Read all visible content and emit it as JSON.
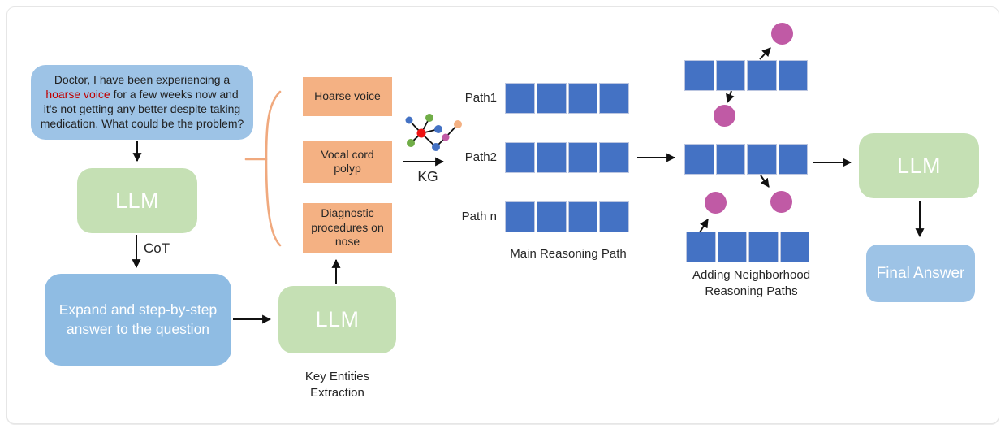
{
  "diagram": {
    "question": {
      "pre": "Doctor, I have been experiencing a ",
      "highlight": "hoarse voice",
      "post": " for a few weeks now and it's not getting any better despite taking medication. What could be the problem?"
    },
    "llm1_label": "LLM",
    "cot_label": "CoT",
    "expand_label": "Expand and step-by-step answer to the question",
    "llm2_label": "LLM",
    "key_entities_caption": "Key Entities Extraction",
    "entities": [
      "Hoarse voice",
      "Vocal cord polyp",
      "Diagnostic procedures on nose"
    ],
    "kg_label": "KG",
    "paths": {
      "labels": [
        "Path1",
        "Path2",
        "Path n"
      ],
      "rows": 3,
      "cells_per_row": 4,
      "caption": "Main Reasoning Path"
    },
    "neighborhood": {
      "rows": 3,
      "cells_per_row": 4,
      "caption": "Adding Neighborhood Reasoning Paths"
    },
    "llm3_label": "LLM",
    "final_answer_label": "Final Answer"
  },
  "colors": {
    "box_blue": "#9DC3E6",
    "box_blue2": "#8FBCE3",
    "box_green": "#C5E0B4",
    "box_orange": "#F4B183",
    "brace_orange": "#F0A97E",
    "cell_blue": "#4472C4",
    "node_purple": "#C05AA5",
    "text_red": "#C00000",
    "text_dark": "#262626"
  }
}
